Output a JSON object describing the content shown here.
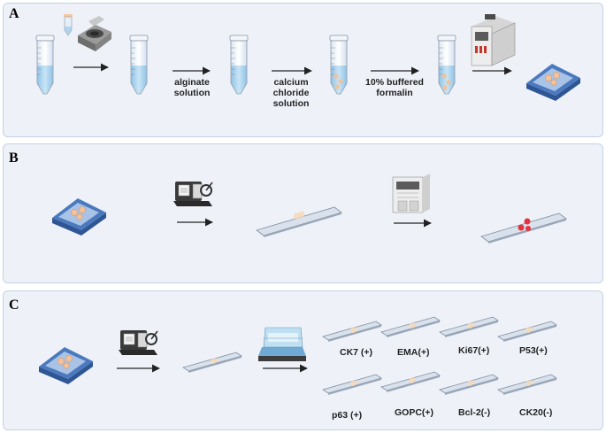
{
  "panels": [
    {
      "letter": "A"
    },
    {
      "letter": "B"
    },
    {
      "letter": "C"
    }
  ],
  "panelA": {
    "step1": [
      "alginate",
      "solution"
    ],
    "step2": [
      "calcium",
      "chloride",
      "solution"
    ],
    "step3": [
      "10% buffered",
      "formalin"
    ]
  },
  "panelC": {
    "stains_row1": [
      "CK7 (+)",
      "EMA(+)",
      "Ki67(+)",
      "P53(+)"
    ],
    "stains_row2": [
      "p63 (+)",
      "GOPC(+)",
      "Bcl-2(-)",
      "CK20(-)"
    ]
  },
  "colors": {
    "panel_bg": "#eef2f8",
    "panel_border": "#c4d1e6",
    "tube_liquid": "#aed4ee",
    "cell_pellet": "#f2c29a",
    "stain_red": "#e8323c",
    "cassette_blue": "#3d69ad"
  }
}
